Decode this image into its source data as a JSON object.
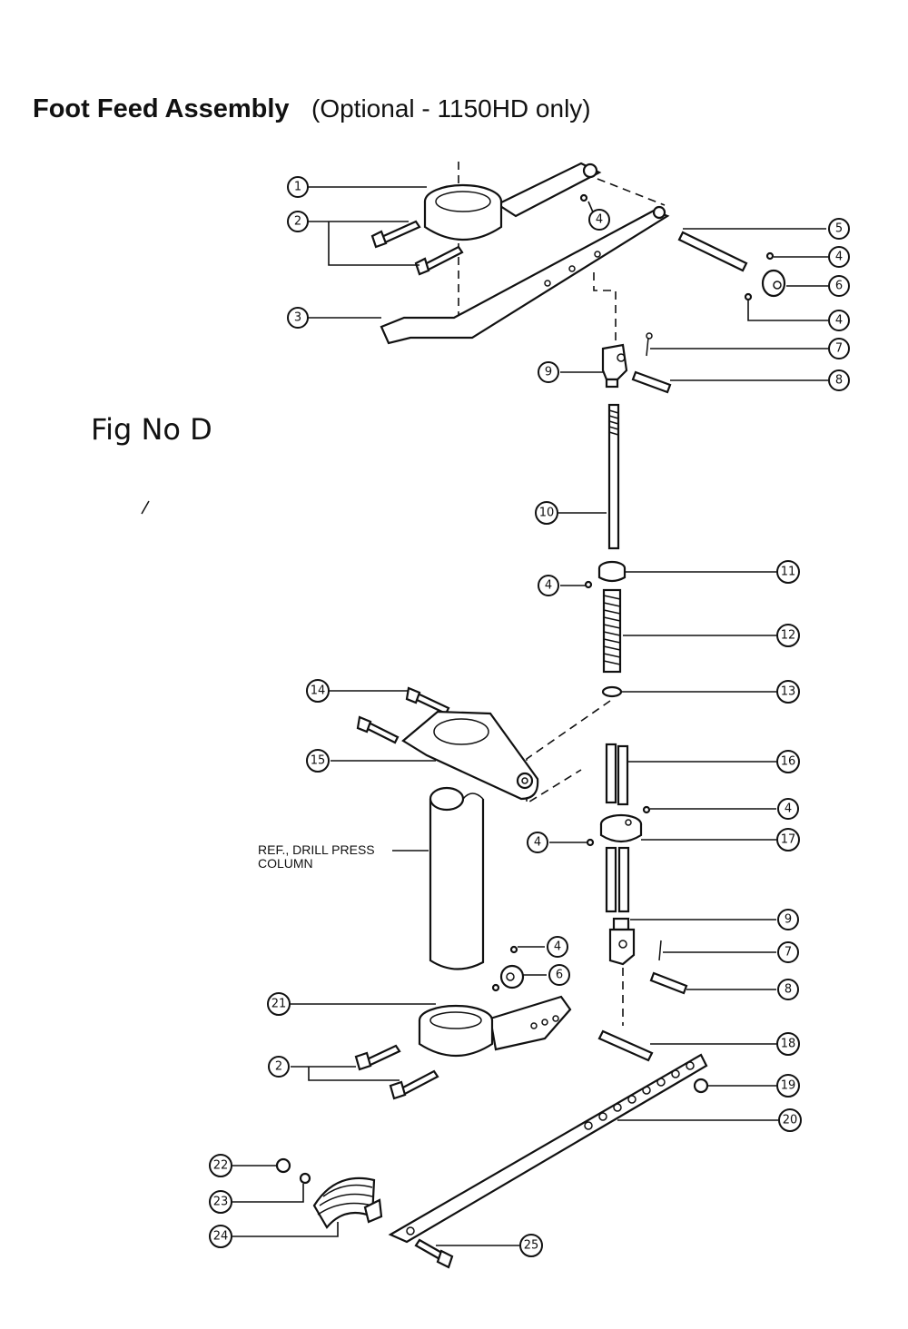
{
  "title": {
    "main": "Foot Feed Assembly",
    "sub": "(Optional - 1150HD only)"
  },
  "figure_label": "Fig No D",
  "reference_label": {
    "line1": "REF., DRILL PRESS",
    "line2": "COLUMN"
  },
  "callouts": [
    {
      "id": "c1",
      "number": "1"
    },
    {
      "id": "c2a",
      "number": "2"
    },
    {
      "id": "c3",
      "number": "3"
    },
    {
      "id": "c4a",
      "number": "4"
    },
    {
      "id": "c5",
      "number": "5"
    },
    {
      "id": "c4b",
      "number": "4"
    },
    {
      "id": "c6a",
      "number": "6"
    },
    {
      "id": "c4c",
      "number": "4"
    },
    {
      "id": "c7a",
      "number": "7"
    },
    {
      "id": "c9a",
      "number": "9"
    },
    {
      "id": "c8a",
      "number": "8"
    },
    {
      "id": "c10",
      "number": "10"
    },
    {
      "id": "c11",
      "number": "11"
    },
    {
      "id": "c4d",
      "number": "4"
    },
    {
      "id": "c12",
      "number": "12"
    },
    {
      "id": "c14",
      "number": "14"
    },
    {
      "id": "c13",
      "number": "13"
    },
    {
      "id": "c15",
      "number": "15"
    },
    {
      "id": "c16",
      "number": "16"
    },
    {
      "id": "c4e",
      "number": "4"
    },
    {
      "id": "c4f",
      "number": "4"
    },
    {
      "id": "c17",
      "number": "17"
    },
    {
      "id": "c9b",
      "number": "9"
    },
    {
      "id": "c4g",
      "number": "4"
    },
    {
      "id": "c7b",
      "number": "7"
    },
    {
      "id": "c6b",
      "number": "6"
    },
    {
      "id": "c8b",
      "number": "8"
    },
    {
      "id": "c21",
      "number": "21"
    },
    {
      "id": "c18",
      "number": "18"
    },
    {
      "id": "c2b",
      "number": "2"
    },
    {
      "id": "c19",
      "number": "19"
    },
    {
      "id": "c20",
      "number": "20"
    },
    {
      "id": "c22",
      "number": "22"
    },
    {
      "id": "c23",
      "number": "23"
    },
    {
      "id": "c24",
      "number": "24"
    },
    {
      "id": "c25",
      "number": "25"
    }
  ]
}
